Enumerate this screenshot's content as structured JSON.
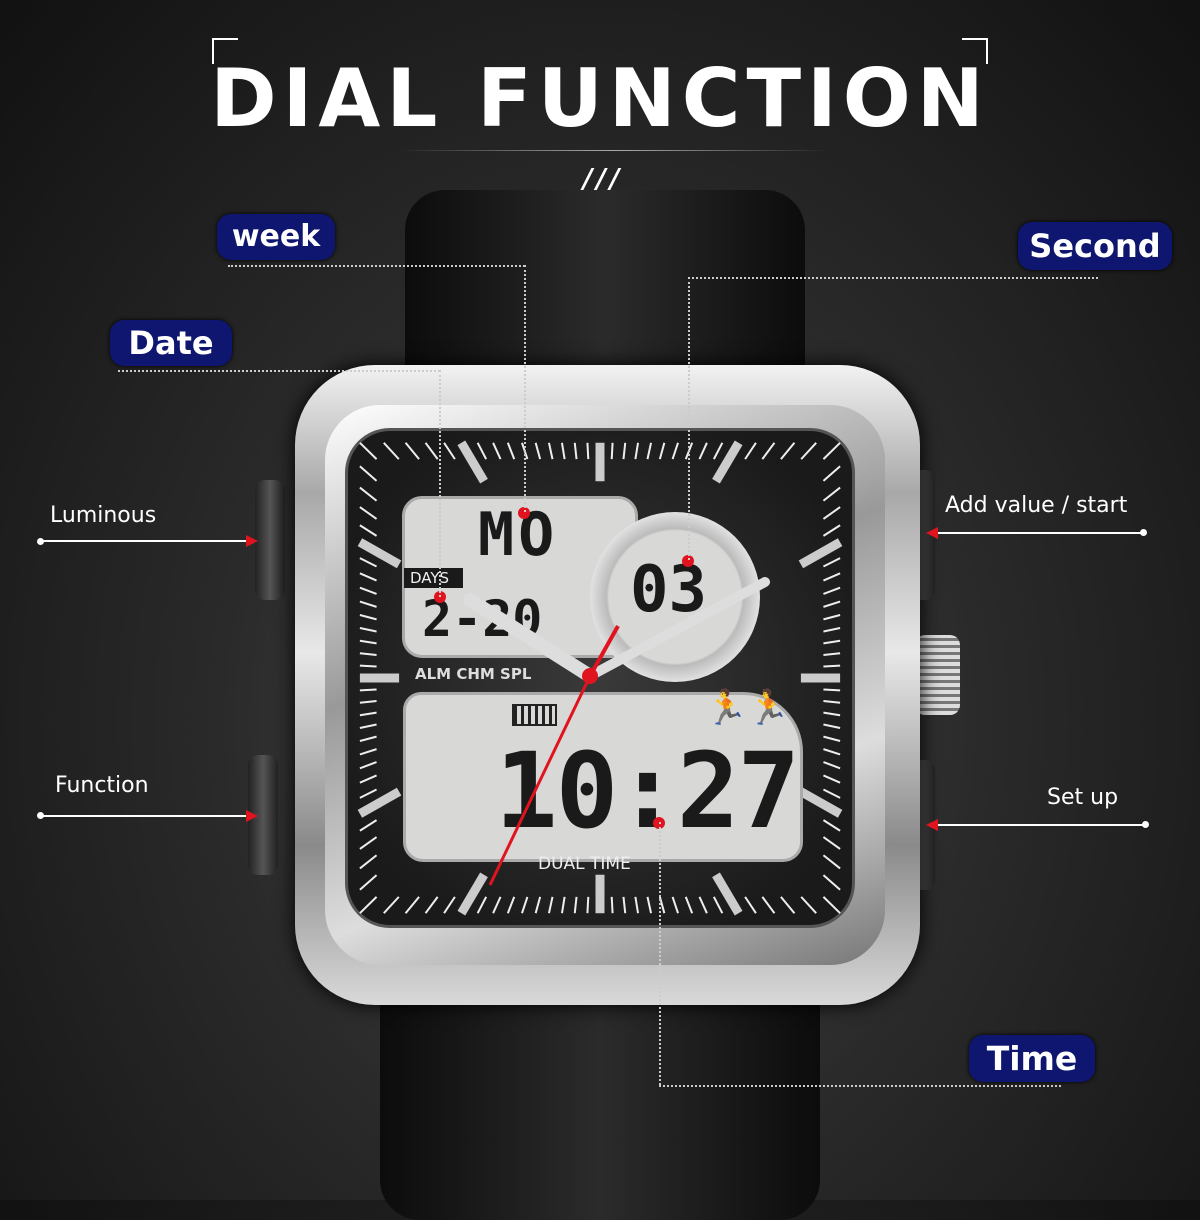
{
  "title": "DIAL FUNCTION",
  "decoration": "///",
  "callouts": {
    "week": "week",
    "date": "Date",
    "second": "Second",
    "time": "Time",
    "luminous": "Luminous",
    "function": "Function",
    "add_value_start": "Add value / start",
    "set_up": "Set up"
  },
  "watch": {
    "week_display": "MO",
    "days_label": "DAYS",
    "date_display": "2-20",
    "second_display": "03",
    "mode_labels": "ALM CHM SPL",
    "time_display": "10:27",
    "dual_time_label": "DUAL TIME"
  },
  "colors": {
    "pill": "#0e1670",
    "marker": "#e0141e",
    "arrow": "#e0141e"
  }
}
